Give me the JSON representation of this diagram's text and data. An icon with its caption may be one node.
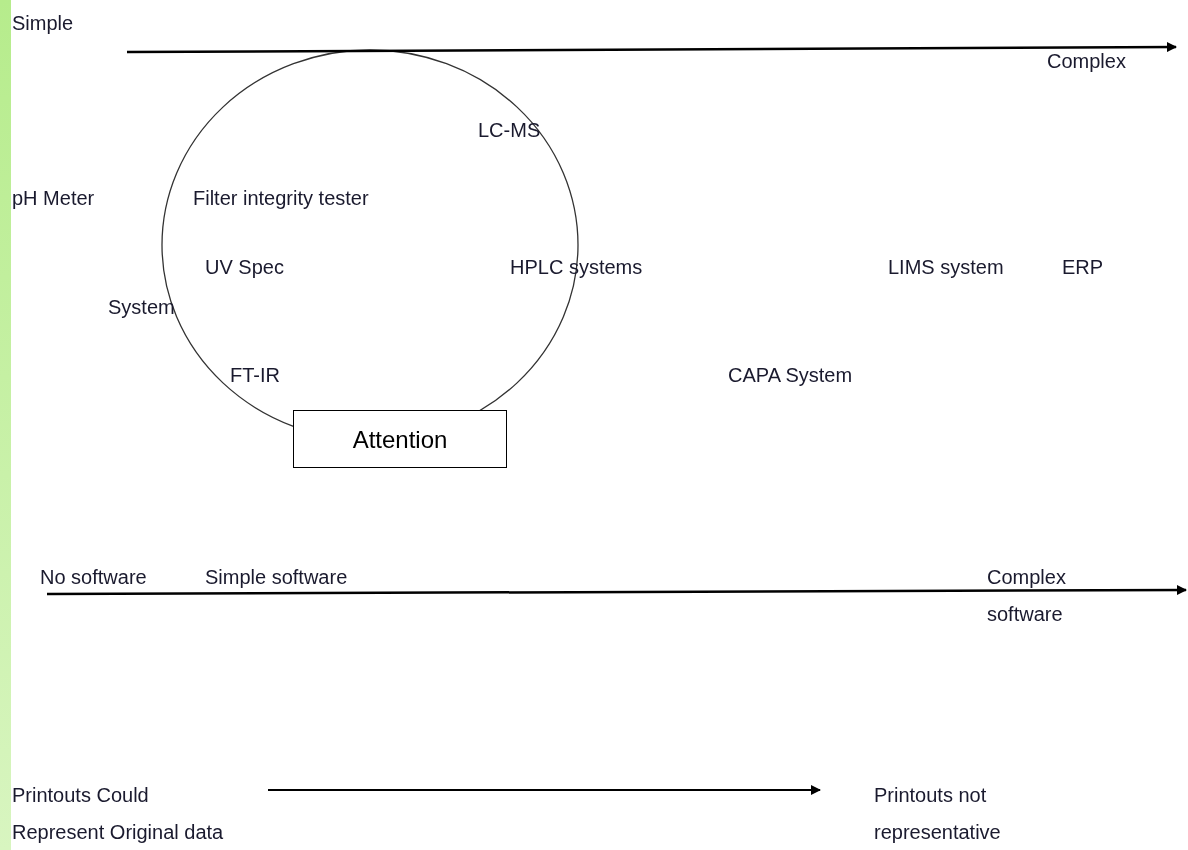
{
  "diagram": {
    "nodes": [
      {
        "text": [
          "Attention"
        ]
      },
      {
        "text": [
          "Printouts Could Represent Original data"
        ]
      },
      {
        "text": [
          "Printouts not representative"
        ]
      }
    ],
    "edges": [
      {
        "from": 1,
        "to": 2,
        "arrow": "to"
      }
    ],
    "labels": [
      "Simple",
      "Complex",
      "LC-MS",
      "pH Meter",
      "Filter integrity tester",
      "UV Spec",
      "HPLC systems",
      "LIMS system",
      "ERP",
      "System",
      "FT-IR",
      "CAPA System",
      "No software",
      "Simple software",
      "Complex software"
    ]
  }
}
